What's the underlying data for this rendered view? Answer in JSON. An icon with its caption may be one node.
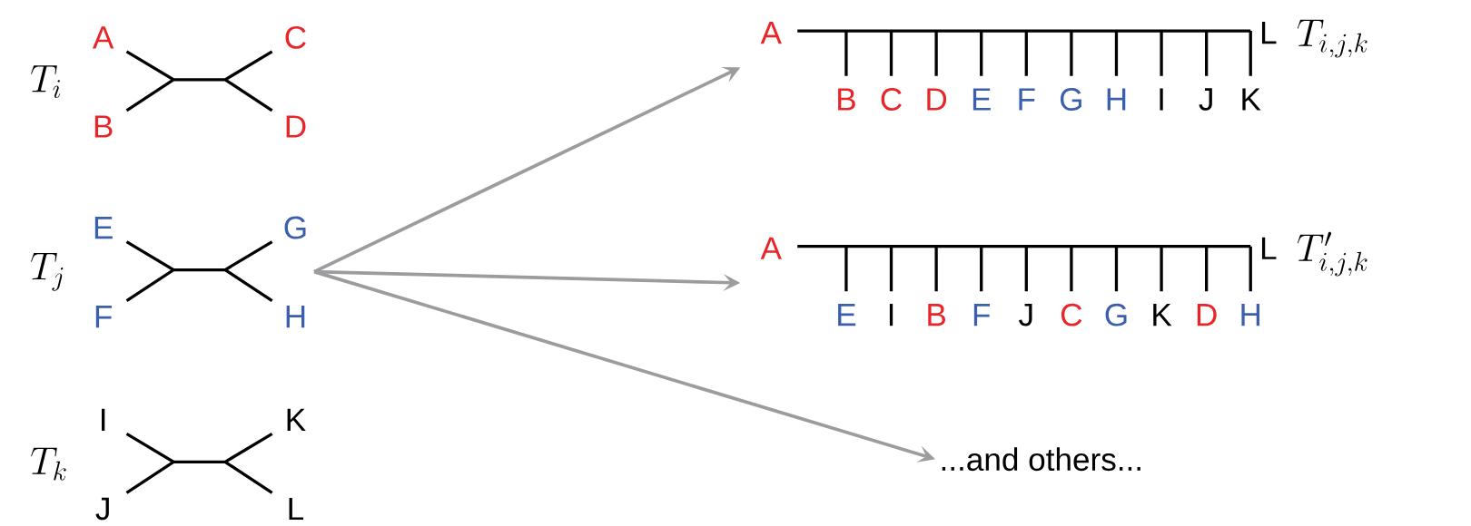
{
  "diagram": {
    "nodes": [
      {
        "text": [
          "A",
          "C",
          "B",
          "D"
        ],
        "beside": [
          "T_i"
        ]
      },
      {
        "text": [
          "E",
          "G",
          "F",
          "H"
        ],
        "beside": [
          "T_j"
        ]
      },
      {
        "text": [
          "I",
          "K",
          "J",
          "L"
        ],
        "beside": [
          "T_k"
        ]
      },
      {
        "text": [
          "A",
          "L",
          "B",
          "C",
          "D",
          "E",
          "F",
          "G",
          "H",
          "I",
          "J",
          "K"
        ],
        "beside": [
          "T_{i,j,k}"
        ]
      },
      {
        "text": [
          "A",
          "L",
          "E",
          "I",
          "B",
          "F",
          "J",
          "C",
          "G",
          "K",
          "D",
          "H"
        ],
        "beside": [
          "T'_{i,j,k}"
        ]
      },
      {
        "text": [
          "...and others..."
        ]
      }
    ],
    "edges": [
      {
        "from": 1,
        "to": 3,
        "arrow": "to"
      },
      {
        "from": 1,
        "to": 4,
        "arrow": "to"
      },
      {
        "from": 1,
        "to": 5,
        "arrow": "to"
      }
    ]
  }
}
